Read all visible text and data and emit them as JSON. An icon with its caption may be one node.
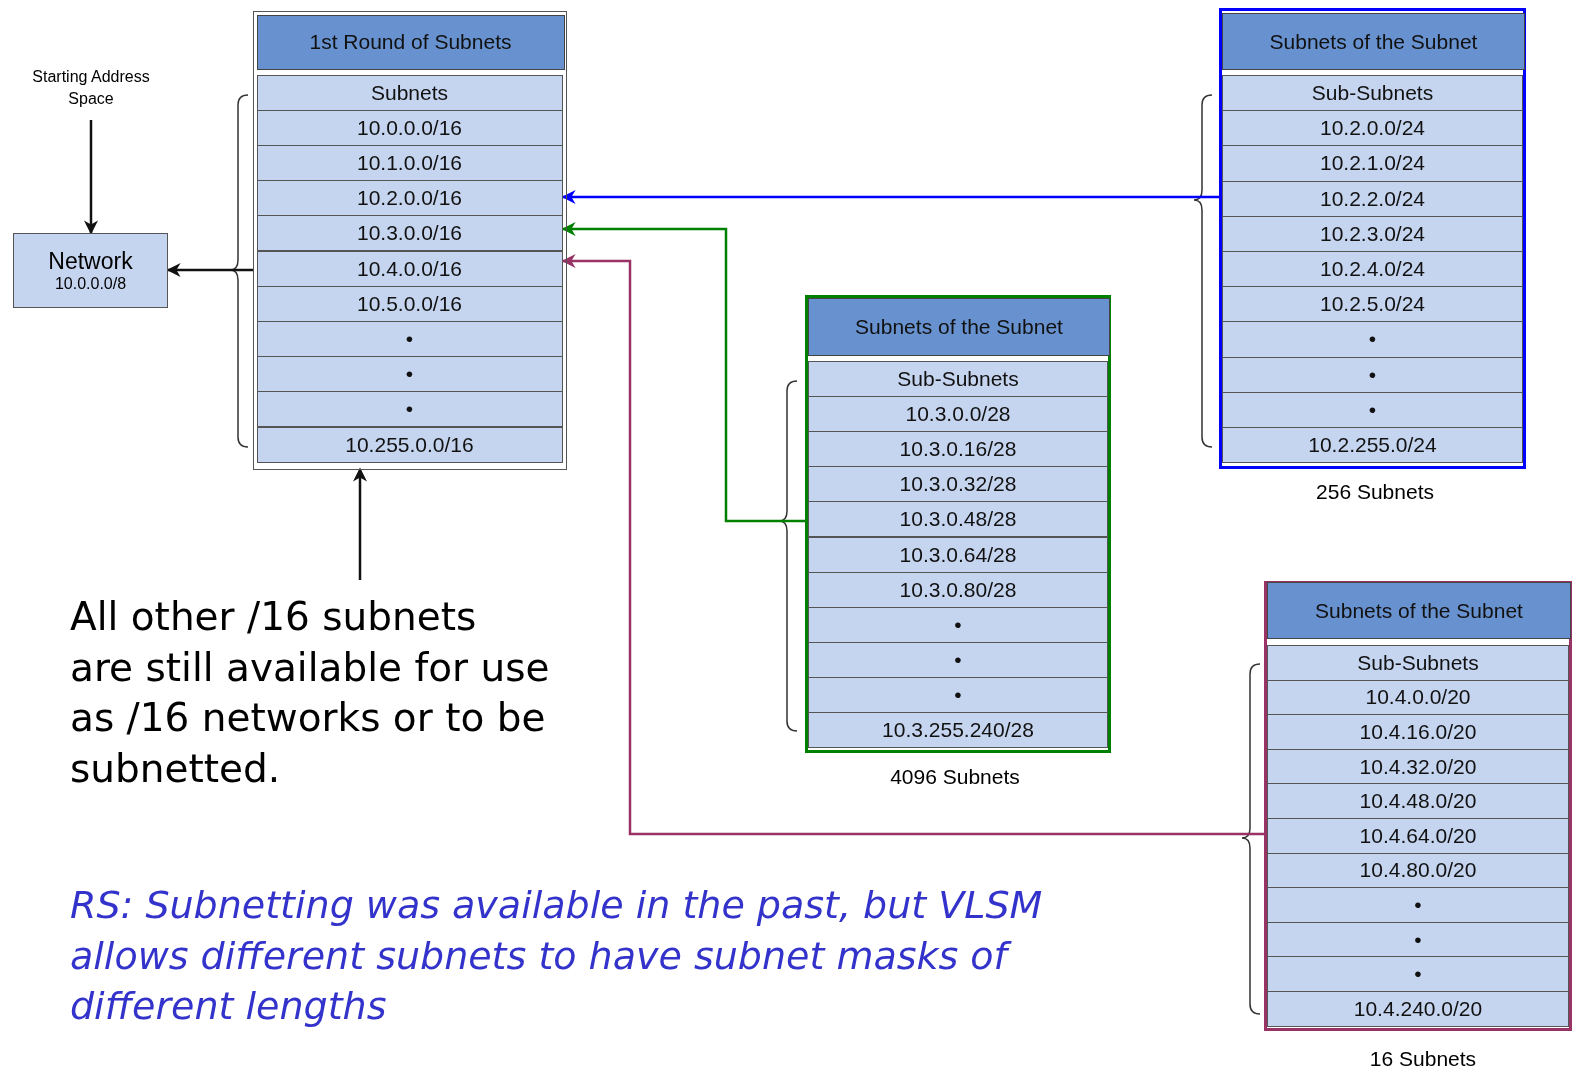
{
  "diagram": {
    "nodes": [
      {
        "text": [
          "Starting Address Space"
        ]
      },
      {
        "text": [
          "Network",
          "10.0.0.0/8"
        ]
      },
      {
        "text": [
          "1st Round of Subnets"
        ]
      },
      {
        "text": [
          "Subnets"
        ],
        "in": 2
      },
      {
        "text": [
          "10.0.0.0/16"
        ],
        "in": 2
      },
      {
        "text": [
          "10.1.0.0/16"
        ],
        "in": 2
      },
      {
        "text": [
          "10.2.0.0/16"
        ],
        "in": 2
      },
      {
        "text": [
          "10.3.0.0/16"
        ],
        "in": 2
      },
      {
        "text": [
          "10.4.0.0/16"
        ],
        "in": 2
      },
      {
        "text": [
          "10.5.0.0/16"
        ],
        "in": 2
      },
      {
        "text": [
          "•"
        ],
        "in": 2
      },
      {
        "text": [
          "•"
        ],
        "in": 2
      },
      {
        "text": [
          "•"
        ],
        "in": 2
      },
      {
        "text": [
          "10.255.0.0/16"
        ],
        "in": 2
      },
      {
        "text": [
          "Subnets of the Subnet"
        ],
        "beside": [
          "256 Subnets"
        ]
      },
      {
        "text": [
          "Sub-Subnets"
        ],
        "in": 14
      },
      {
        "text": [
          "10.2.0.0/24"
        ],
        "in": 14
      },
      {
        "text": [
          "10.2.1.0/24"
        ],
        "in": 14
      },
      {
        "text": [
          "10.2.2.0/24"
        ],
        "in": 14
      },
      {
        "text": [
          "10.2.3.0/24"
        ],
        "in": 14
      },
      {
        "text": [
          "10.2.4.0/24"
        ],
        "in": 14
      },
      {
        "text": [
          "10.2.5.0/24"
        ],
        "in": 14
      },
      {
        "text": [
          "•"
        ],
        "in": 14
      },
      {
        "text": [
          "•"
        ],
        "in": 14
      },
      {
        "text": [
          "•"
        ],
        "in": 14
      },
      {
        "text": [
          "10.2.255.0/24"
        ],
        "in": 14
      },
      {
        "text": [
          "Subnets of the Subnet"
        ],
        "beside": [
          "4096 Subnets"
        ]
      },
      {
        "text": [
          "Sub-Subnets"
        ],
        "in": 26
      },
      {
        "text": [
          "10.3.0.0/28"
        ],
        "in": 26
      },
      {
        "text": [
          "10.3.0.16/28"
        ],
        "in": 26
      },
      {
        "text": [
          "10.3.0.32/28"
        ],
        "in": 26
      },
      {
        "text": [
          "10.3.0.48/28"
        ],
        "in": 26
      },
      {
        "text": [
          "10.3.0.64/28"
        ],
        "in": 26
      },
      {
        "text": [
          "10.3.0.80/28"
        ],
        "in": 26
      },
      {
        "text": [
          "•"
        ],
        "in": 26
      },
      {
        "text": [
          "•"
        ],
        "in": 26
      },
      {
        "text": [
          "•"
        ],
        "in": 26
      },
      {
        "text": [
          "10.3.255.240/28"
        ],
        "in": 26
      },
      {
        "text": [
          "Subnets of the Subnet"
        ],
        "beside": [
          "16 Subnets"
        ]
      },
      {
        "text": [
          "Sub-Subnets"
        ],
        "in": 38
      },
      {
        "text": [
          "10.4.0.0/20"
        ],
        "in": 38
      },
      {
        "text": [
          "10.4.16.0/20"
        ],
        "in": 38
      },
      {
        "text": [
          "10.4.32.0/20"
        ],
        "in": 38
      },
      {
        "text": [
          "10.4.48.0/20"
        ],
        "in": 38
      },
      {
        "text": [
          "10.4.64.0/20"
        ],
        "in": 38
      },
      {
        "text": [
          "10.4.80.0/20"
        ],
        "in": 38
      },
      {
        "text": [
          "•"
        ],
        "in": 38
      },
      {
        "text": [
          "•"
        ],
        "in": 38
      },
      {
        "text": [
          "•"
        ],
        "in": 38
      },
      {
        "text": [
          "10.4.240.0/20"
        ],
        "in": 38
      },
      {
        "text": [
          "All other /16 subnets are still available for use as /16 networks or to be subnetted."
        ]
      }
    ],
    "edges": [
      {
        "from": 0,
        "to": 1,
        "arrow": "to"
      },
      {
        "from": 2,
        "to": 1,
        "arrow": "to"
      },
      {
        "from": 14,
        "to": 6,
        "arrow": "to",
        "color": "#0000ff"
      },
      {
        "from": 26,
        "to": 7,
        "arrow": "to",
        "color": "#008000"
      },
      {
        "from": 38,
        "to": 8,
        "arrow": "to",
        "color": "#993366"
      },
      {
        "from": 50,
        "to": 2,
        "arrow": "to"
      }
    ],
    "labels": [
      "RS: Subnetting was available in the past, but VLSM allows different subnets to have subnet masks of different lengths"
    ]
  }
}
